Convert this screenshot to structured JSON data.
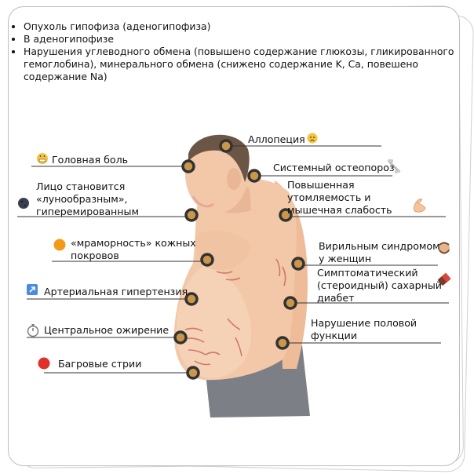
{
  "intro": [
    "Опухоль гипофиза (аденогипофиза)",
    "В аденогипофизе",
    "Нарушения углеводного обмена (повышено содержание глюкозы, гликированного гемоглобина), минерального обмена (снижено содержание K, Ca, повешено содержание Na)"
  ],
  "labels": {
    "alopecia": "Аллопеция",
    "headache": "Головная боль",
    "osteoporosis": "Системный остеопороз",
    "face_1": "Лицо становится",
    "face_2": "«лунообразным»,",
    "face_3": "гиперемированным",
    "fatigue_1": "Повышенная",
    "fatigue_2": "утомляемость и",
    "fatigue_3": "мышечная слабость",
    "marble_1": "«мраморность» кожных",
    "marble_2": "покровов",
    "virilism_1": "Вирильным синдромом",
    "virilism_2": "у женщин",
    "hypertension": "Артериальная гипертензия",
    "diabetes_1": "Симптоматический",
    "diabetes_2": "(стероидный) сахарный",
    "diabetes_3": "диабет",
    "obesity": "Центральное ожирение",
    "sexual_1": "Нарушение половой",
    "sexual_2": "функции",
    "striae": "Багровые стрии"
  },
  "colors": {
    "dot": "#c9964a",
    "line": "#333333",
    "skin": "#f2c8a8",
    "hair": "#6b5544",
    "pants": "#7d7f86",
    "striae": "#c45a5a"
  }
}
